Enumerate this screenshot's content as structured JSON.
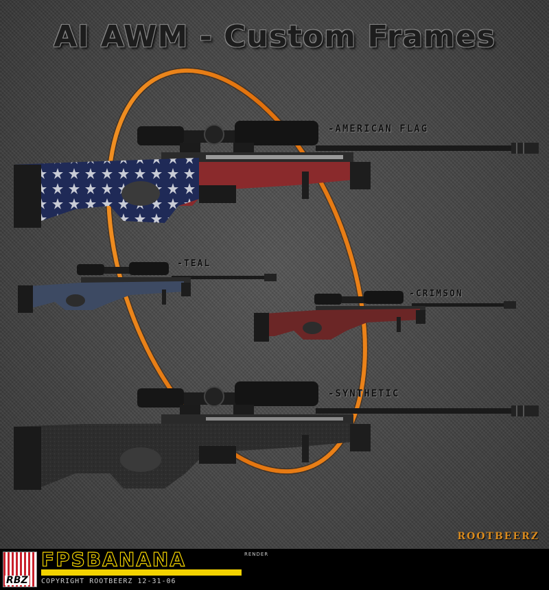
{
  "title": "AI AWM - Custom Frames",
  "variants": {
    "american_flag": {
      "label": "-american flag",
      "color": "#7a2a2a"
    },
    "teal": {
      "label": "-teal",
      "color": "#3d4a63"
    },
    "crimson": {
      "label": "-crimson",
      "color": "#6b2626"
    },
    "synthetic": {
      "label": "-synthetic",
      "color": "#2b2b2b"
    }
  },
  "author_tag": "ROOTBEERZ",
  "footer": {
    "logo_text": "RBZ",
    "brand": "FPSBANANA",
    "render_label": "RENDER",
    "copyright": "COPYRIGHT ROOTBEERZ 12-31-06",
    "accent_color": "#f2d200"
  },
  "orbit_color": "#e8780e"
}
